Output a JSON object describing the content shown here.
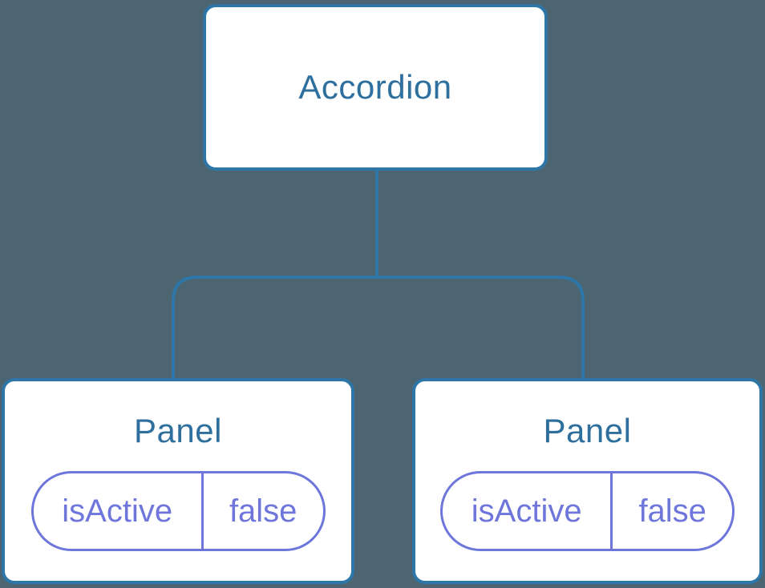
{
  "background_color": "#4C6570",
  "colors": {
    "node_border": "#2E75A8",
    "connector_line": "#2E75A8",
    "node_label_text": "#2E6F9E",
    "state_accent": "#6E76DB",
    "node_fill": "#FFFFFF"
  },
  "tree": {
    "root": {
      "label": "Accordion"
    },
    "children": [
      {
        "label": "Panel",
        "state": {
          "key": "isActive",
          "value": "false"
        }
      },
      {
        "label": "Panel",
        "state": {
          "key": "isActive",
          "value": "false"
        }
      }
    ]
  }
}
